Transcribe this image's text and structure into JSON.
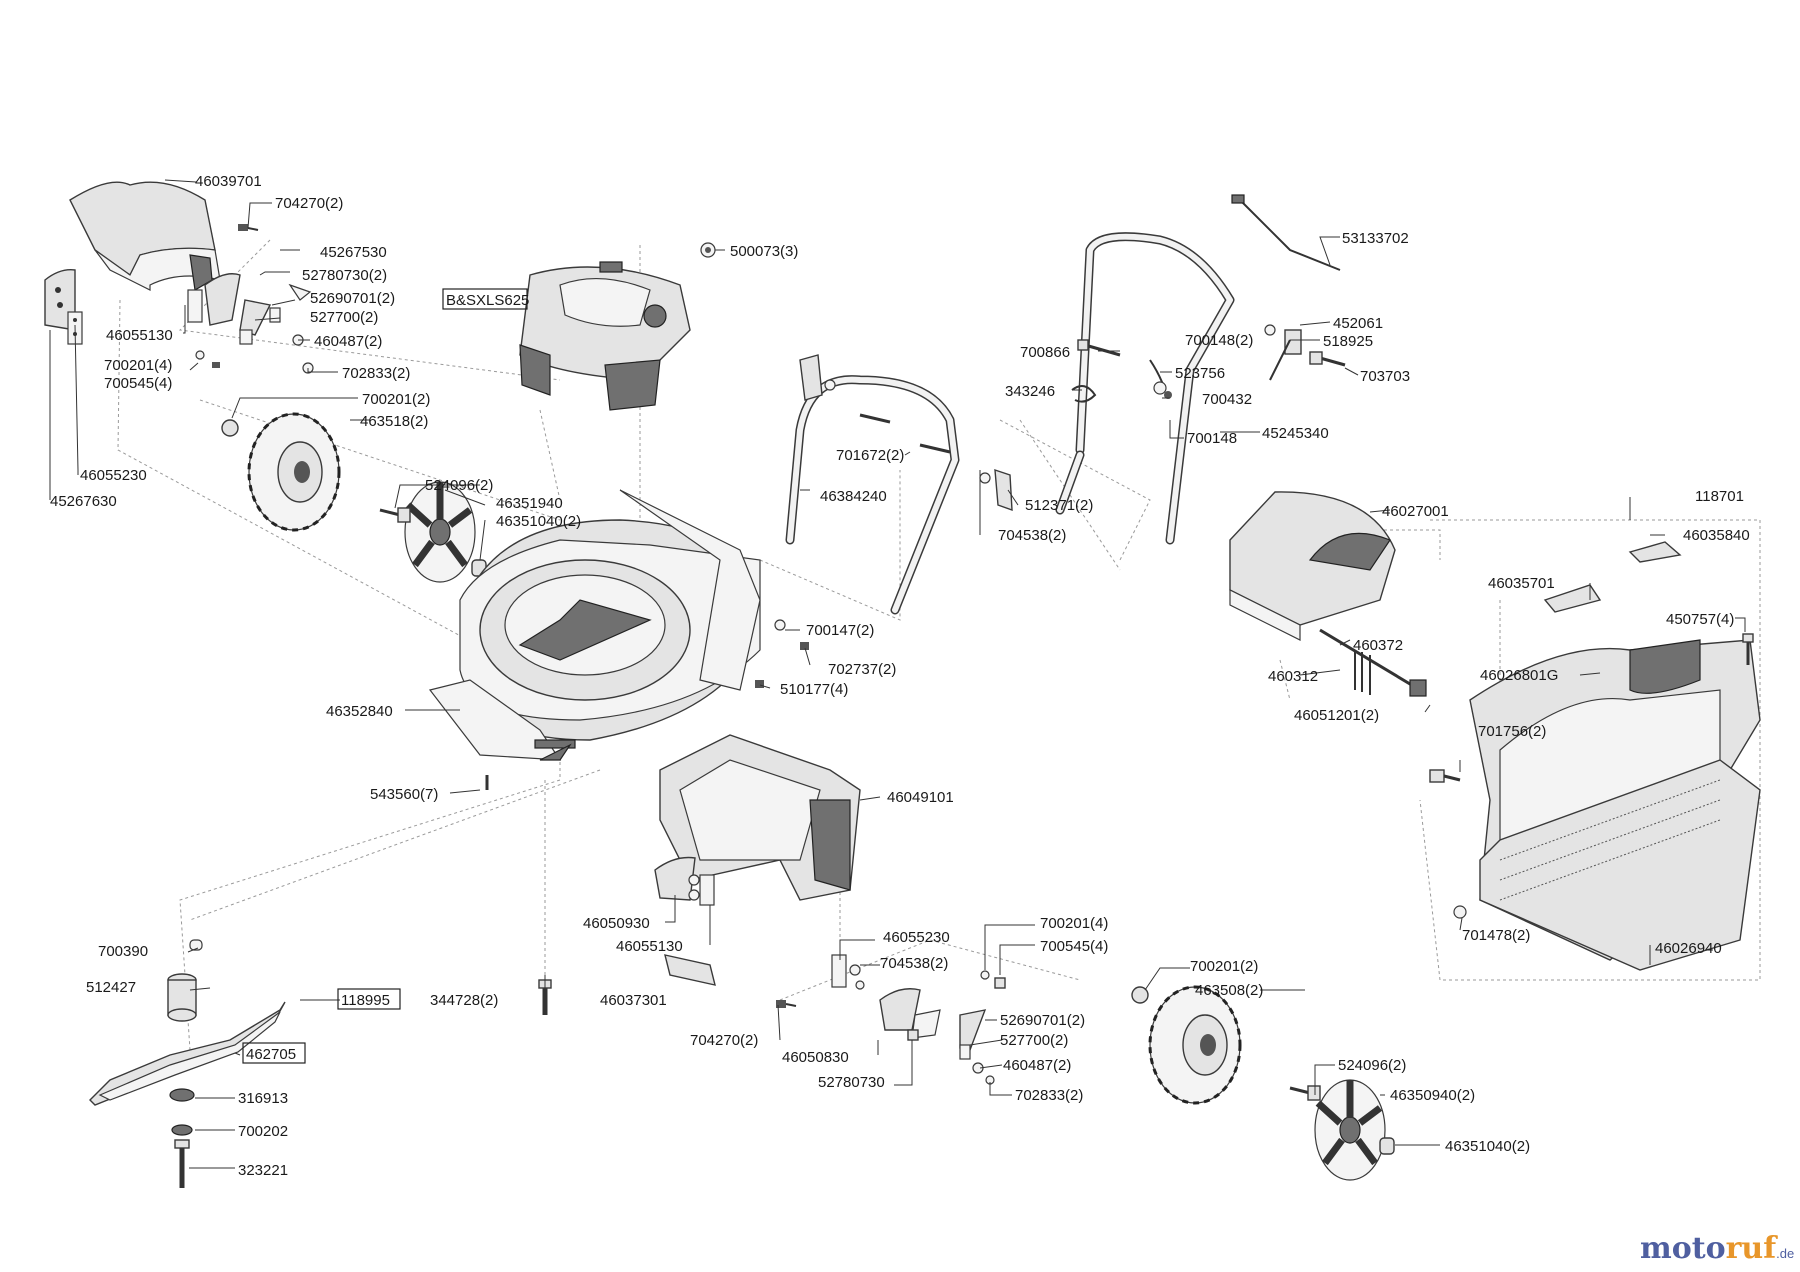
{
  "labels": [
    "46039701",
    "704270(2)",
    "45267530",
    "52780730(2)",
    "52690701(2)",
    "B&SXLS625",
    "527700(2)",
    "46055130",
    "460487(2)",
    "700201(4)",
    "700545(4)",
    "702833(2)",
    "500073(3)",
    "700201(2)",
    "463518(2)",
    "46055230",
    "45267630",
    "524096(2)",
    "46351940",
    "46351040(2)",
    "53133702",
    "452061",
    "700148(2)",
    "518925",
    "700866",
    "703703",
    "523756",
    "343246",
    "700432",
    "700148",
    "45245340",
    "701672(2)",
    "46384240",
    "512371(2)",
    "704538(2)",
    "46027001",
    "118701",
    "46035840",
    "46035701",
    "450757(4)",
    "700147(2)",
    "702737(2)",
    "510177(4)",
    "46352840",
    "460372",
    "460312",
    "46026801G",
    "46051201(2)",
    "543560(7)",
    "701756(2)",
    "46049101",
    "46050930",
    "46055130",
    "701478(2)",
    "46026940",
    "700390",
    "46055230",
    "704538(2)",
    "700201(4)",
    "700545(4)",
    "512427",
    "118995",
    "344728(2)",
    "46037301",
    "700201(2)",
    "463508(2)",
    "462705",
    "704270(2)",
    "46050830",
    "52690701(2)",
    "527700(2)",
    "52780730",
    "460487(2)",
    "316913",
    "702833(2)",
    "524096(2)",
    "46350940(2)",
    "700202",
    "46351040(2)",
    "323221"
  ],
  "watermark": {
    "brand_a": "moto",
    "brand_b": "ruf",
    "tld": ".de"
  }
}
